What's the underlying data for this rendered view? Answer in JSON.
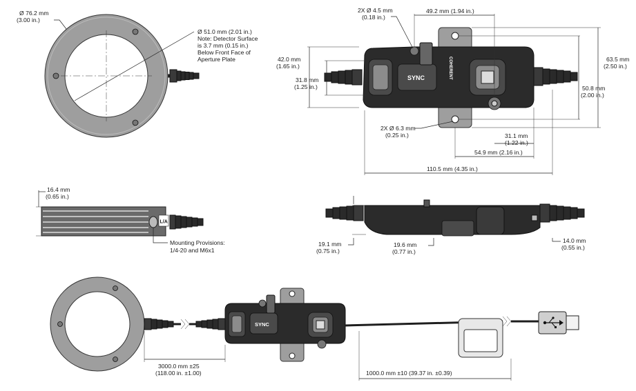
{
  "labels": {
    "sensor_diameter": "Ø 76.2 mm",
    "sensor_diameter_in": "(3.00 in.)",
    "aperture_diameter": "Ø 51.0 mm (2.01 in.)",
    "aperture_note_1": "Note: Detector Surface",
    "aperture_note_2": "is 3.7 mm (0.15 in.)",
    "aperture_note_3": "Below Front Face of",
    "aperture_note_4": "Aperture Plate",
    "sensor_thickness": "16.4 mm",
    "sensor_thickness_in": "(0.65 in.)",
    "mounting_1": "Mounting Provisions:",
    "mounting_2": "1/4-20 and M6x1",
    "hole_small": "2X Ø 4.5 mm",
    "hole_small_in": "(0.18 in.)",
    "hole_spacing_top": "49.2 mm (1.94 in.)",
    "hole_large": "2X Ø 6.3 mm",
    "hole_large_in": "(0.25 in.)",
    "body_height": "42.0 mm",
    "body_height_in": "(1.65 in.)",
    "inner_height": "31.8 mm",
    "inner_height_in": "(1.25 in.)",
    "overall_height": "63.5 mm",
    "overall_height_in": "(2.50 in.)",
    "hole_vertical": "50.8 mm",
    "hole_vertical_in": "(2.00 in.)",
    "hole_offset": "31.1 mm",
    "hole_offset_in": "(1.22 in.)",
    "hole_to_end": "54.9 mm (2.16 in.)",
    "overall_length": "110.5 mm (4.35 in.)",
    "side_height": "19.1 mm",
    "side_height_in": "(0.75 in.)",
    "side_mid": "19.6 mm",
    "side_mid_in": "(0.77 in.)",
    "side_thin": "14.0 mm",
    "side_thin_in": "(0.55 in.)",
    "cable_sensor": "3000.0 mm ±25",
    "cable_sensor_in": "(118.00 in. ±1.00)",
    "cable_usb": "1000.0 mm ±10 (39.37 in. ±0.39)",
    "sync_button": "SYNC",
    "brand": "COHERENT",
    "side_mark": "L/A"
  },
  "icons": {
    "usb": "usb-icon"
  }
}
